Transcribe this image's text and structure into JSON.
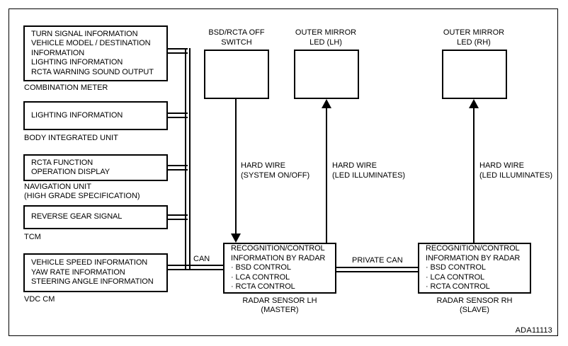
{
  "diagram": {
    "code": "ADA11113",
    "accent_color": "#000000",
    "background_color": "#ffffff",
    "left_column": [
      {
        "id": "combination-meter",
        "lines": [
          "TURN SIGNAL INFORMATION",
          "VEHICLE MODEL / DESTINATION",
          "INFORMATION",
          "LIGHTING INFORMATION",
          "RCTA WARNING SOUND OUTPUT"
        ],
        "caption": "COMBINATION METER"
      },
      {
        "id": "body-integrated-unit",
        "lines": [
          "LIGHTING INFORMATION"
        ],
        "caption": "BODY INTEGRATED UNIT"
      },
      {
        "id": "navigation-unit",
        "lines": [
          "RCTA FUNCTION",
          "OPERATION DISPLAY"
        ],
        "caption": "NAVIGATION UNIT",
        "caption2": "(HIGH GRADE SPECIFICATION)"
      },
      {
        "id": "tcm",
        "lines": [
          "REVERSE GEAR SIGNAL"
        ],
        "caption": "TCM"
      },
      {
        "id": "vdc-cm",
        "lines": [
          "VEHICLE SPEED INFORMATION",
          "YAW RATE INFORMATION",
          "STEERING ANGLE INFORMATION"
        ],
        "caption": "VDC CM"
      }
    ],
    "top_boxes": [
      {
        "id": "bsd-rcta-off-switch",
        "header_line1": "BSD/RCTA OFF",
        "header_line2": "SWITCH"
      },
      {
        "id": "outer-mirror-led-lh",
        "header_line1": "OUTER MIRROR",
        "header_line2": "LED (LH)"
      },
      {
        "id": "outer-mirror-led-rh",
        "header_line1": "OUTER MIRROR",
        "header_line2": "LED (RH)"
      }
    ],
    "radar_lh": {
      "lines": [
        "RECOGNITION/CONTROL",
        "INFORMATION BY RADAR",
        "· BSD CONTROL",
        "· LCA CONTROL",
        "· RCTA CONTROL"
      ],
      "caption": "RADAR SENSOR LH",
      "caption2": "(MASTER)"
    },
    "radar_rh": {
      "lines": [
        "RECOGNITION/CONTROL",
        "INFORMATION BY RADAR",
        "· BSD CONTROL",
        "· LCA CONTROL",
        "· RCTA CONTROL"
      ],
      "caption": "RADAR SENSOR RH",
      "caption2": "(SLAVE)"
    },
    "bus_labels": {
      "can": "CAN",
      "private_can": "PRIVATE CAN"
    },
    "wire_labels": [
      {
        "id": "hard-wire-system-on-off",
        "line1": "HARD WIRE",
        "line2": "(SYSTEM ON/OFF)"
      },
      {
        "id": "hard-wire-led-illuminates-lh",
        "line1": "HARD WIRE",
        "line2": "(LED ILLUMINATES)"
      },
      {
        "id": "hard-wire-led-illuminates-rh",
        "line1": "HARD WIRE",
        "line2": "(LED ILLUMINATES)"
      }
    ]
  }
}
